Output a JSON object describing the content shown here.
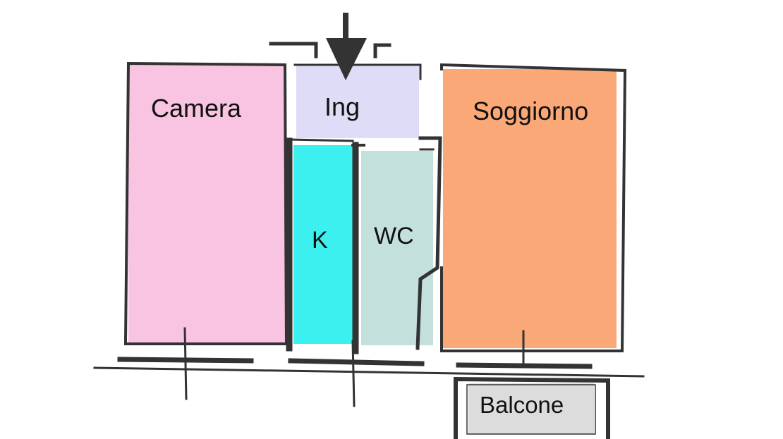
{
  "rooms": {
    "camera": {
      "label": "Camera",
      "color": "#f9c3e2"
    },
    "ingresso": {
      "label": "Ing",
      "color": "#dedcf6"
    },
    "soggiorno": {
      "label": "Soggiorno",
      "color": "#fba878"
    },
    "cucina": {
      "label": "K",
      "color": "#3cf0f0"
    },
    "bagno": {
      "label": "WC",
      "color": "#c4e0dc"
    },
    "balcone": {
      "label": "Balcone",
      "color": "#dcdcdc"
    }
  },
  "wall_color": "#333333",
  "entrance_arrow_icon": "arrow-down-icon"
}
